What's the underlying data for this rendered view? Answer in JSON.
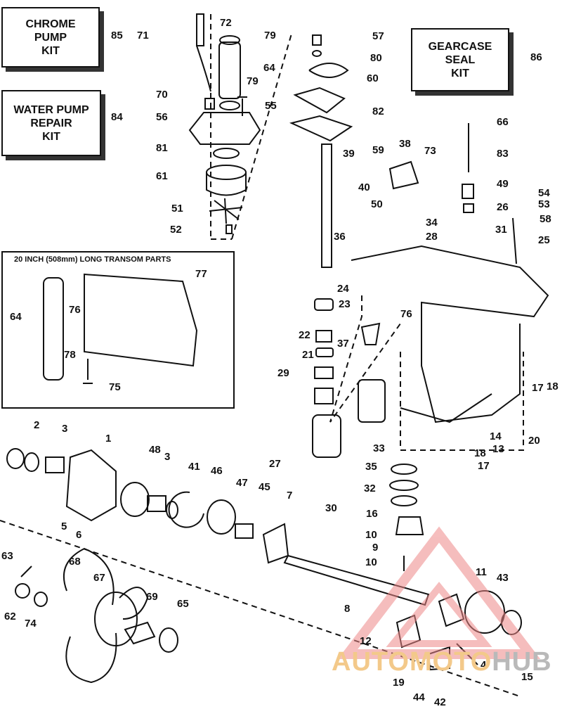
{
  "kits": [
    {
      "text": "CHROME\nPUMP\nKIT",
      "ref": "85"
    },
    {
      "text": "WATER PUMP\nREPAIR\nKIT",
      "ref": "84"
    },
    {
      "text": "GEARCASE\nSEAL\nKIT",
      "ref": "86"
    }
  ],
  "inset": {
    "title": "20 INCH (508mm) LONG TRANSOM PARTS"
  },
  "callouts": [
    "72",
    "71",
    "79",
    "57",
    "80",
    "64",
    "60",
    "70",
    "79",
    "55",
    "56",
    "82",
    "81",
    "59",
    "39",
    "38",
    "73",
    "66",
    "83",
    "61",
    "40",
    "50",
    "49",
    "54",
    "26",
    "53",
    "58",
    "51",
    "52",
    "34",
    "31",
    "28",
    "36",
    "25",
    "77",
    "24",
    "23",
    "76",
    "64",
    "76",
    "22",
    "37",
    "21",
    "78",
    "29",
    "75",
    "17",
    "18",
    "2",
    "3",
    "1",
    "48",
    "3",
    "41",
    "46",
    "47",
    "45",
    "7",
    "33",
    "35",
    "32",
    "16",
    "14",
    "13",
    "18",
    "17",
    "20",
    "27",
    "30",
    "10",
    "9",
    "10",
    "5",
    "6",
    "63",
    "68",
    "67",
    "11",
    "43",
    "62",
    "74",
    "69",
    "65",
    "8",
    "12",
    "4",
    "19",
    "44",
    "42",
    "15"
  ],
  "watermark": {
    "part1": "AUTOMOTO",
    "part2": "HUB"
  }
}
